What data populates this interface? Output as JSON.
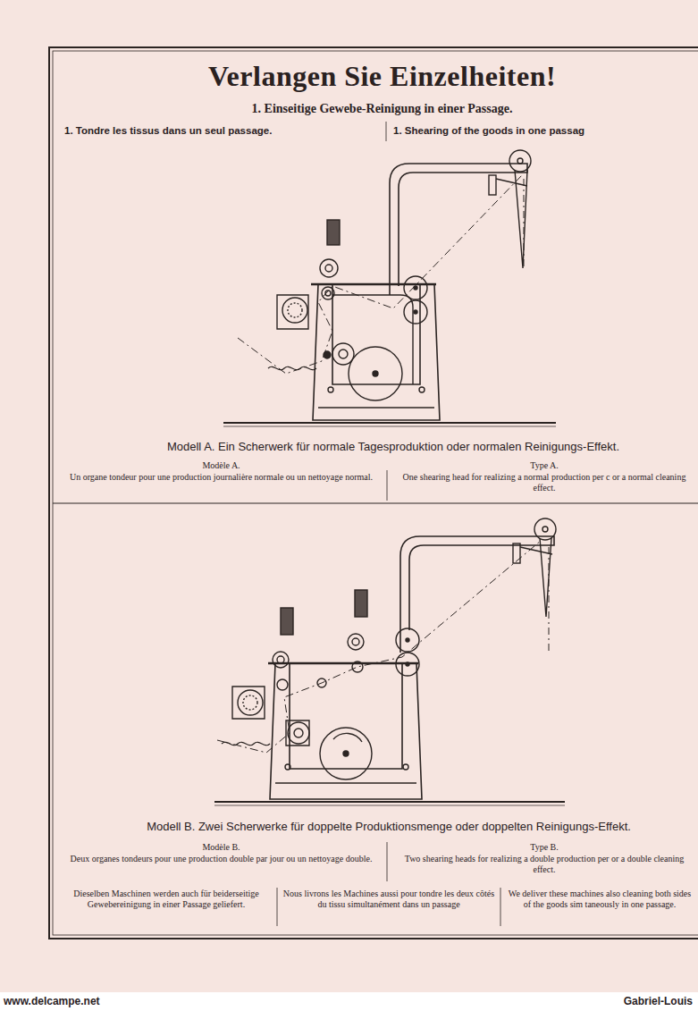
{
  "diagram": {
    "title": "Verlangen Sie Einzelheiten!",
    "labels": [
      "1. Einseitige Gewebe-Reinigung in einer Passage.",
      "1. Tondre les tissus dans un seul passage.",
      "1. Shearing of the goods in one passag",
      "Modell A. Ein Scherwerk für normale Tagesproduktion oder normalen Reinigungs-Effekt.",
      "Modèle A.",
      "Un organe tondeur pour une production journalière normale ou un nettoyage normal.",
      "Type A.",
      "One shearing head for realizing a normal production per c or a normal cleaning effect.",
      "Modell B. Zwei Scherwerke für doppelte Produktionsmenge oder doppelten Reinigungs-Effekt.",
      "Modèle B.",
      "Deux organes tondeurs pour une production double par jour ou un nettoyage double.",
      "Type B.",
      "Two shearing heads for realizing a double production per or a double cleaning effect.",
      "Dieselben Maschinen werden auch für beiderseitige Gewebereinigung in einer Passage geliefert.",
      "Nous livrons les Machines aussi pour tondre les deux côtés du tissu simultanément dans un passage",
      "We deliver these machines also cleaning both sides of the goods sim taneously in one passage.",
      "www.delcampe.net",
      "Gabriel-Louis"
    ]
  }
}
